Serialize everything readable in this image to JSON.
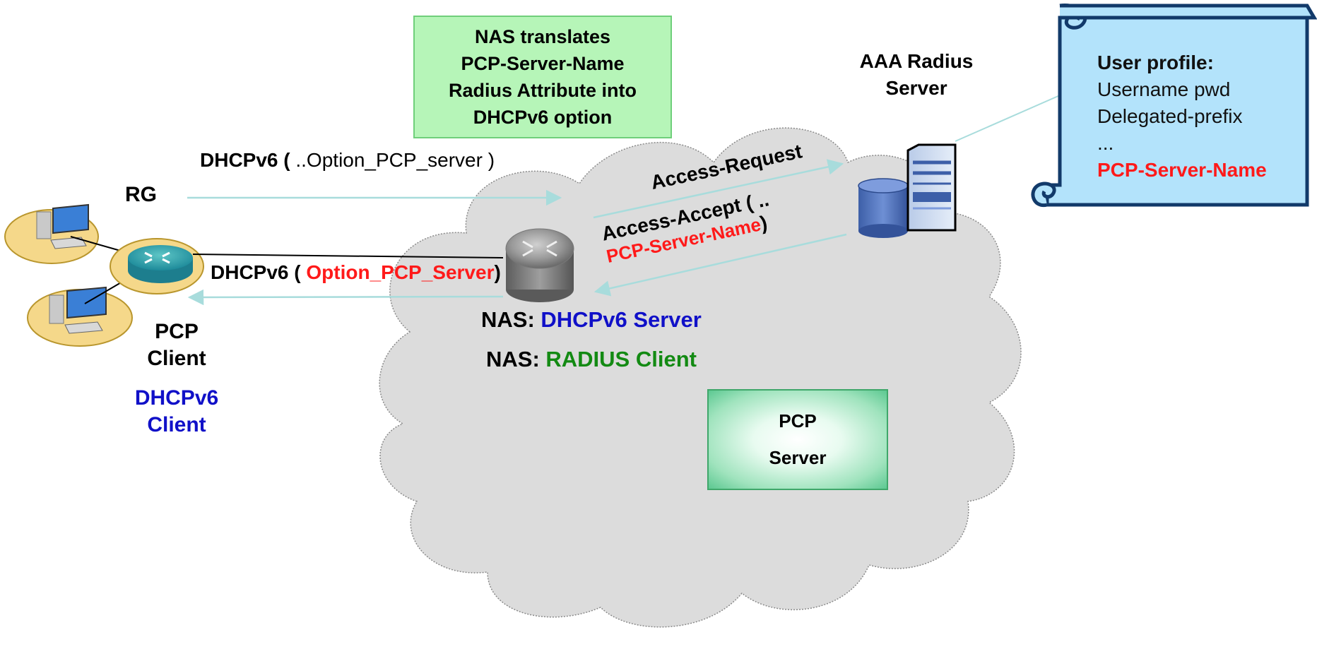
{
  "note": {
    "lines": [
      "NAS translates",
      "PCP-Server-Name",
      "Radius Attribute into",
      "DHCPv6 option"
    ]
  },
  "aaa": {
    "line1": "AAA  Radius",
    "line2": "Server"
  },
  "profile": {
    "title": "User profile:",
    "line1": "Username pwd",
    "line2": "Delegated-prefix",
    "line3": "...",
    "line4": "PCP-Server-Name"
  },
  "flows": {
    "dhcp_req_prefix": "DHCPv6 (",
    "dhcp_req_option": " ..Option_PCP_server  )",
    "dhcp_resp_prefix": "DHCPv6 ( ",
    "dhcp_resp_option": "Option_PCP_Server",
    "dhcp_resp_close": ")",
    "access_request": "Access-Request",
    "access_accept": "Access-Accept  ( ..",
    "access_accept_attr": "PCP-Server-Name",
    "access_accept_close": ")"
  },
  "rg": {
    "label": "RG"
  },
  "client": {
    "pcp_line1": "PCP",
    "pcp_line2": "Client",
    "dhcp_line1": "DHCPv6",
    "dhcp_line2": "Client"
  },
  "nas": {
    "prefix1": "NAS: ",
    "role1": "DHCPv6 Server",
    "prefix2": "NAS: ",
    "role2": "RADIUS Client"
  },
  "pcp_server": {
    "line1": "PCP",
    "line2": "Server"
  },
  "colors": {
    "red": "#ff1a1a",
    "blue": "#1010c8",
    "green": "#138a13",
    "arrow": "#a8dcdc",
    "cloud": "#dcdcdc",
    "note_bg": "#b6f5b8",
    "profile_bg": "#b3e3fb"
  },
  "icons": [
    "pc-icon",
    "router-icon",
    "nas-router-icon",
    "database-icon",
    "server-rack-icon",
    "scroll-icon"
  ]
}
